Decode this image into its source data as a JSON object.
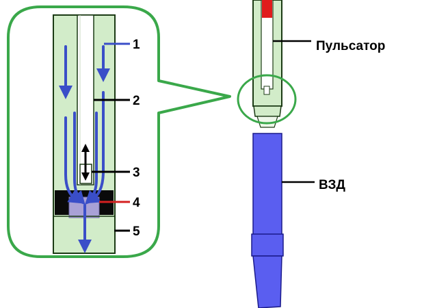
{
  "diagram": {
    "callout_numbers": [
      "1",
      "2",
      "3",
      "4",
      "5"
    ],
    "labels": {
      "pulsator": "Пульсатор",
      "motor": "ВЗД"
    },
    "colors": {
      "tube_fill": "#d2ecc9",
      "tube_stroke": "#1b3a14",
      "callout_border": "#3aa84a",
      "flow_arrow": "#3a4ec8",
      "valve_seat": "#0a0a0a",
      "valve_insert": "#a9a1d6",
      "red_band": "#e01c1c",
      "motor_fill": "#5a5ef0",
      "motor_stroke": "#1a1a8a",
      "leader_line": "#000000",
      "leader_line_4": "#d42020"
    }
  }
}
